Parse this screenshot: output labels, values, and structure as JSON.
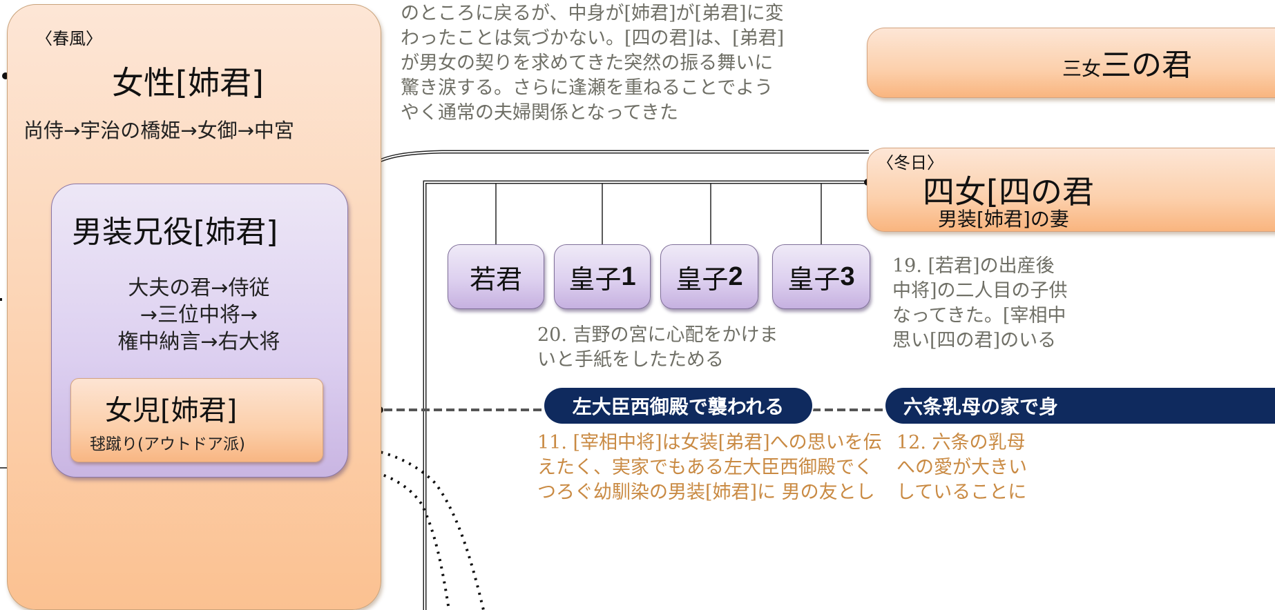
{
  "spring_box": {
    "season": "〈春風〉",
    "title": "女性[姉君]",
    "career": "尚侍→宇治の橋姫→女御→中宮"
  },
  "male_role_box": {
    "title": "男装兄役[姉君]",
    "career_lines": [
      "大夫の君→侍従",
      "→三位中将→",
      "権中納言→右大将"
    ]
  },
  "child_box": {
    "title": "女児[姉君]",
    "subtitle": "毬蹴り(アウトドア派)"
  },
  "top_narrative": {
    "lines": [
      "のところに戻るが、中身が[姉君]が[弟君]に変",
      "わったことは気づかない。[四の君]は、[弟君]",
      "が男女の契りを求めてきた突然の振る舞いに",
      "驚き涙する。さらに逢瀬を重ねることでよう",
      "やく通常の夫婦関係となってきた"
    ]
  },
  "third_daughter": {
    "prefix": "三女",
    "name": "三の君"
  },
  "fourth_daughter": {
    "season": "〈冬日〉",
    "title": "四女[四の君",
    "subtitle": "男装[姉君]の妻"
  },
  "children": [
    {
      "label": "若君",
      "num": ""
    },
    {
      "label": "皇子",
      "num": "1"
    },
    {
      "label": "皇子",
      "num": "2"
    },
    {
      "label": "皇子",
      "num": "3"
    }
  ],
  "note_20": {
    "lines": [
      "20. 吉野の宮に心配をかけま",
      "いと手紙をしたためる"
    ]
  },
  "note_19": {
    "lines": [
      "19. [若君]の出産後",
      "中将]の二人目の子供",
      "なってきた。[宰相中",
      "思い[四の君]のいる"
    ]
  },
  "events": [
    {
      "label": "左大臣西御殿で襲われる"
    },
    {
      "label": "六条乳母の家で身"
    }
  ],
  "note_11": {
    "lines": [
      "11. [宰相中将]は女装[弟君]への思いを伝",
      "えたく、実家でもある左大臣西御殿でく",
      "つろぐ幼馴染の男装[姉君]に 男の友とし"
    ]
  },
  "note_12": {
    "lines": [
      "12. 六条の乳母",
      "への愛が大きい",
      "していることに"
    ]
  },
  "colors": {
    "event_pill": "#0f2a5e",
    "narrative_gray": "#6f6f66",
    "narrative_orange": "#c98a43",
    "peach": "#fcd0ac",
    "lavender": "#ddd0ef"
  }
}
